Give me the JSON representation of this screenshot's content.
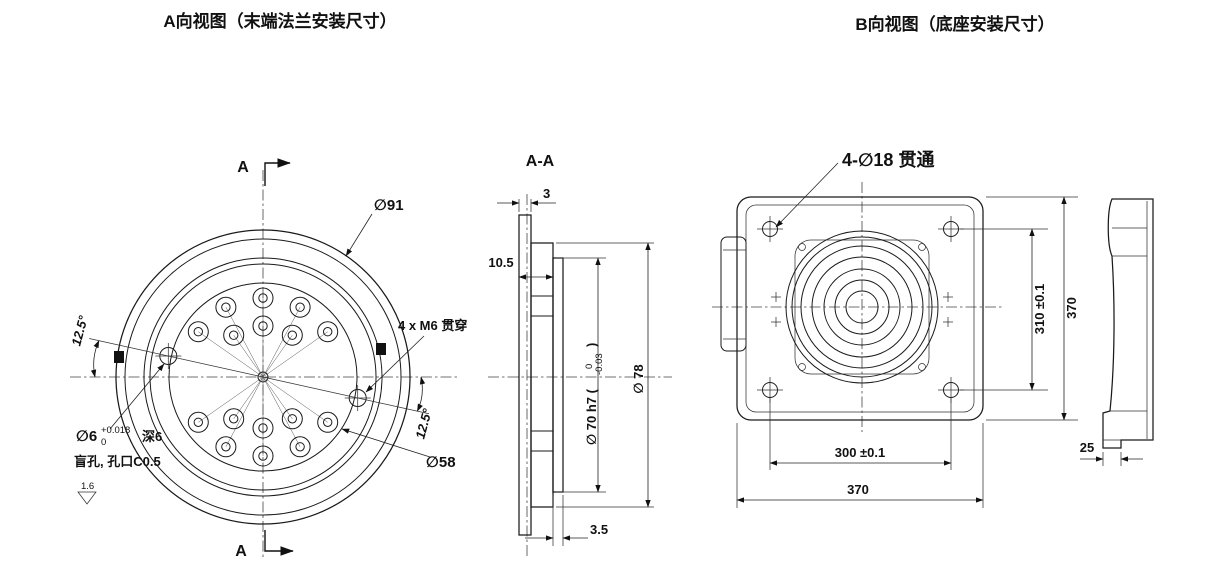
{
  "titles": {
    "view_a": "A向视图（末端法兰安装尺寸）",
    "view_b": "B向视图（底座安装尺寸）"
  },
  "flange_view": {
    "cut_label_top": "A",
    "cut_label_bottom": "A",
    "dia_outer": "∅91",
    "bolt_note": "4 x M6 贯穿",
    "angle_upper_left": "12.5°",
    "angle_lower_right": "12.5°",
    "dia_bolt_circle": "∅58",
    "pin_dia": "∅6",
    "pin_tol_upper": "+0.018",
    "pin_tol_lower": "0",
    "pin_depth": "深6",
    "pin_note": "盲孔, 孔口C0.5",
    "roughness": "1.6"
  },
  "section_view": {
    "title": "A-A",
    "dim_thickness": "3",
    "dim_depth": "10.5",
    "dim_spigot_prefix": "∅ 70 h7 (",
    "dim_spigot_tol_upper": "0",
    "dim_spigot_tol_lower": "-0.03",
    "dim_spigot_suffix": ")",
    "dim_outer": "∅ 78",
    "dim_lip": "3.5"
  },
  "base_view": {
    "hole_note": "4-∅18 贯通",
    "dim_hole_spacing_v": "310 ±0.1",
    "dim_outer_v": "370",
    "dim_hole_spacing_h": "300 ±0.1",
    "dim_outer_h": "370",
    "dim_plate_thickness": "25"
  }
}
